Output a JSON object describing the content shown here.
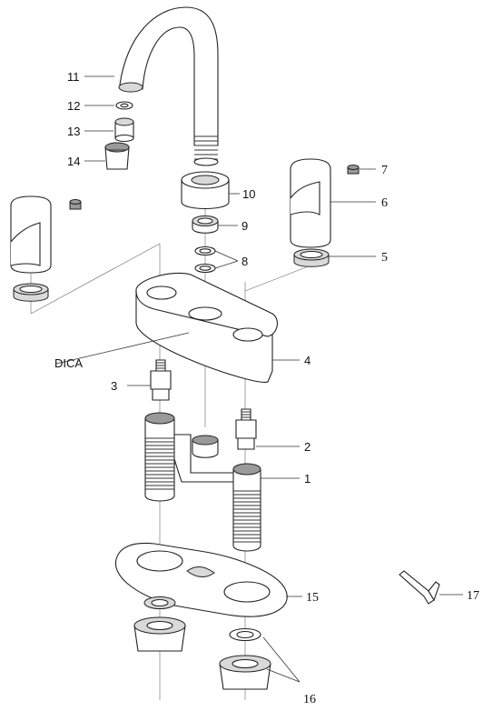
{
  "brand_label": "DICA",
  "callouts": {
    "p1": "1",
    "p2": "2",
    "p3": "3",
    "p4": "4",
    "p5": "5",
    "p6": "6",
    "p7": "7",
    "p8": "8",
    "p9": "9",
    "p10": "10",
    "p11": "11",
    "p12": "12",
    "p13": "13",
    "p14": "14",
    "p15": "15",
    "p16": "16",
    "p17": "17"
  }
}
